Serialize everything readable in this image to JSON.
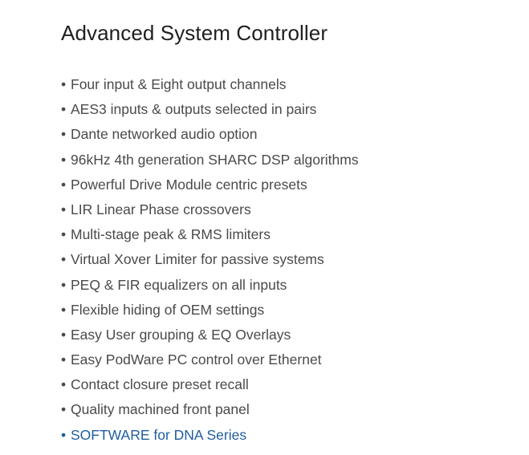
{
  "title": "Advanced System Controller",
  "bullet_char": "•",
  "features": [
    "Four input & Eight output channels",
    "AES3 inputs & outputs selected in pairs",
    "Dante networked audio option",
    "96kHz 4th generation SHARC DSP algorithms",
    "Powerful Drive Module centric presets",
    "LIR Linear Phase crossovers",
    "Multi-stage peak & RMS limiters",
    "Virtual Xover Limiter for passive systems",
    "PEQ & FIR equalizers on all inputs",
    "Flexible hiding of OEM settings",
    "Easy User grouping & EQ Overlays",
    "Easy PodWare PC control over Ethernet",
    "Contact closure preset recall",
    "Quality machined front panel"
  ],
  "link": {
    "label": "SOFTWARE for DNA Series"
  },
  "colors": {
    "title": "#1f1f1f",
    "text": "#4a4a4a",
    "link": "#1f5d9e"
  }
}
